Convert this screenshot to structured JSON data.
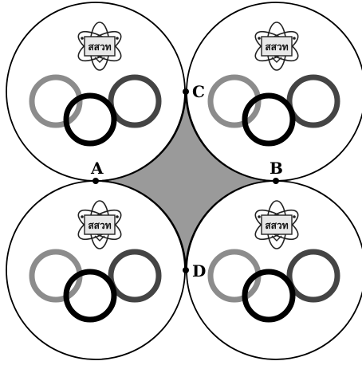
{
  "points": {
    "A": "A",
    "B": "B",
    "C": "C",
    "D": "D"
  },
  "logo": {
    "text": "สสวท",
    "description": "atom emblem with four circles"
  },
  "colors": {
    "region_fill": "#9a9a9a",
    "outline": "#000000",
    "ring_light": "#8c8c8c",
    "ring_mid": "#444444",
    "ring_dark": "#000000"
  },
  "emblem_count": 4
}
